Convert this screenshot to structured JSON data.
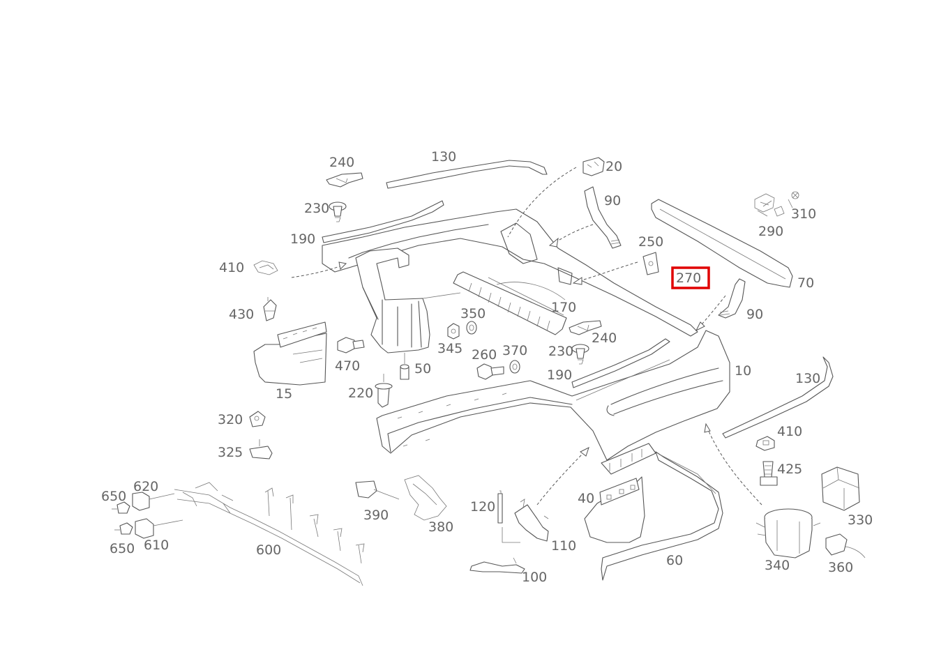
{
  "highlight_color": "#e00000",
  "highlighted_part": "270",
  "labels": {
    "l240a": "240",
    "l130a": "130",
    "l20": "20",
    "l230a": "230",
    "l190a": "190",
    "l90a": "90",
    "l410a": "410",
    "l250": "250",
    "l310": "310",
    "l290": "290",
    "l270": "270",
    "l70": "70",
    "l430": "430",
    "l350": "350",
    "l170": "170",
    "l90b": "90",
    "l345": "345",
    "l240b": "240",
    "l260": "260",
    "l370": "370",
    "l230b": "230",
    "l470": "470",
    "l50": "50",
    "l10": "10",
    "l190b": "190",
    "l15": "15",
    "l220": "220",
    "l130b": "130",
    "l320": "320",
    "l410b": "410",
    "l325": "325",
    "l425": "425",
    "l650a": "650",
    "l620": "620",
    "l390": "390",
    "l330": "330",
    "l120": "120",
    "l40": "40",
    "l380": "380",
    "l650b": "650",
    "l610": "610",
    "l110": "110",
    "l600": "600",
    "l60": "60",
    "l340": "340",
    "l360": "360",
    "l100": "100"
  }
}
